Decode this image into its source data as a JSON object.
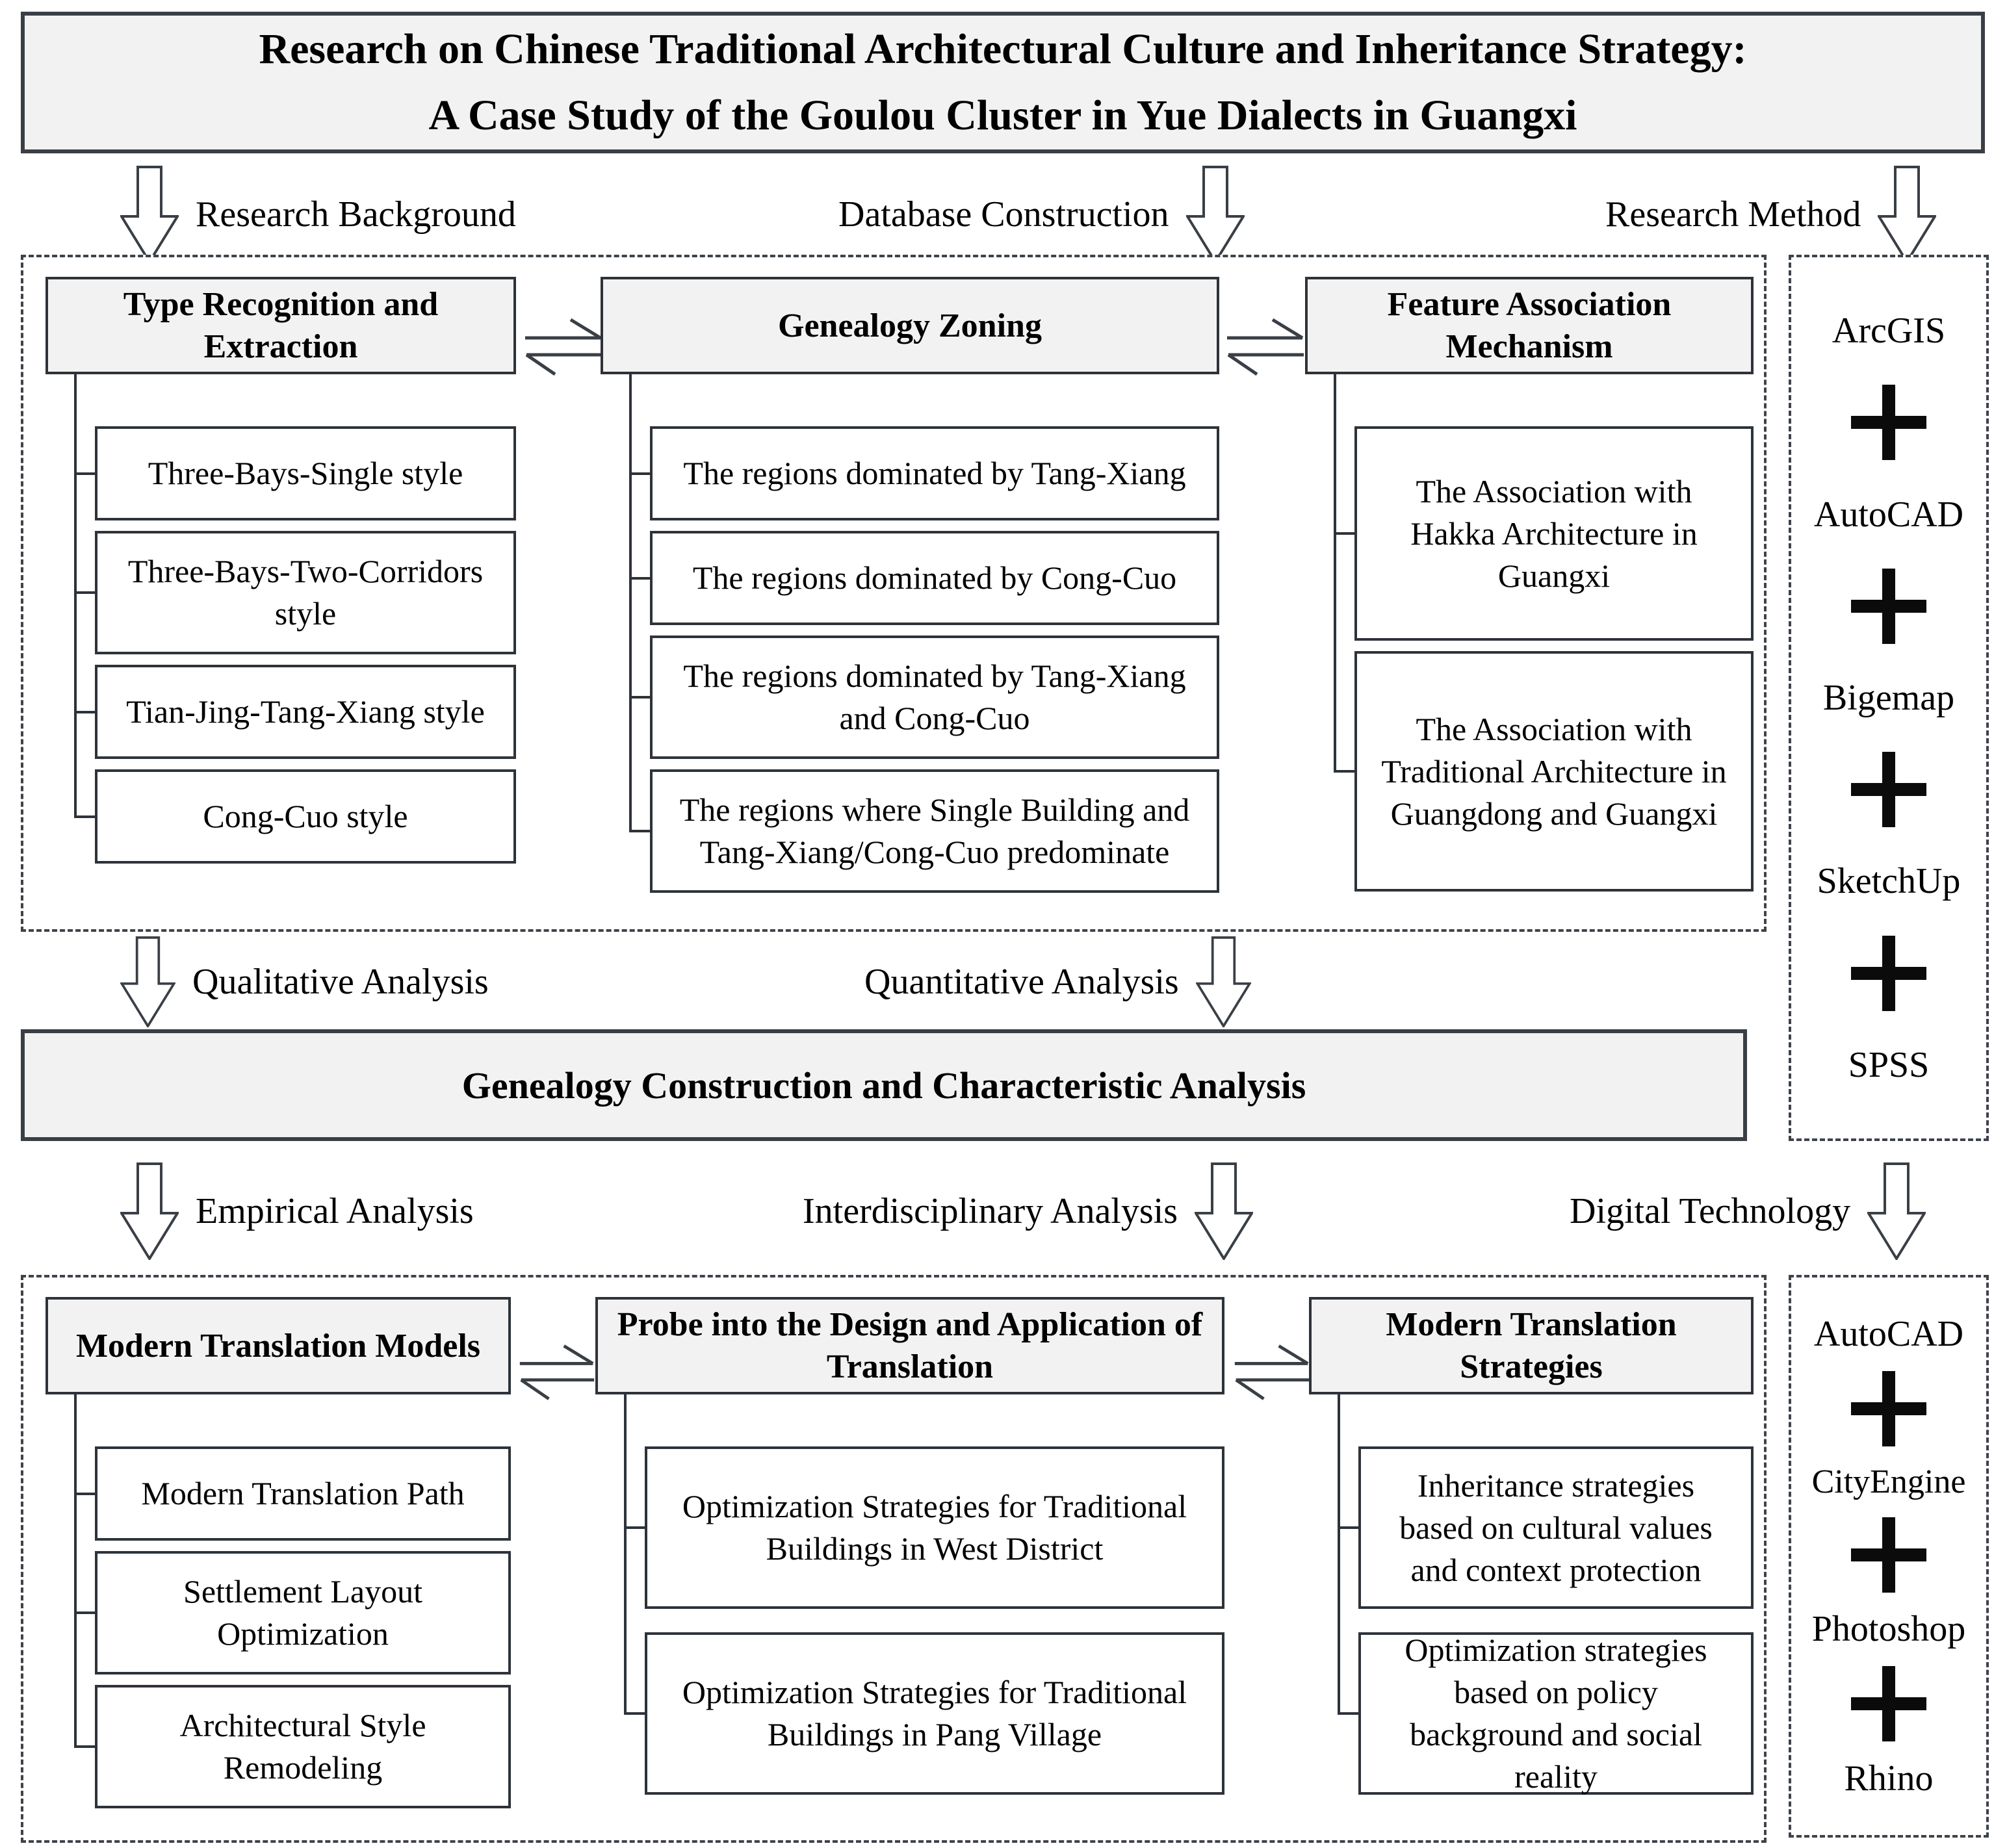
{
  "title": {
    "line1": "Research on Chinese Traditional Architectural Culture and Inheritance Strategy:",
    "line2": "A Case Study of the Goulou Cluster in Yue Dialects in Guangxi"
  },
  "flow_labels": {
    "research_background": "Research Background",
    "database_construction": "Database Construction",
    "research_method": "Research Method",
    "qualitative": "Qualitative Analysis",
    "quantitative": "Quantitative Analysis",
    "empirical": "Empirical Analysis",
    "interdisciplinary": "Interdisciplinary Analysis",
    "digital": "Digital Technology"
  },
  "top_section": {
    "columns": [
      {
        "header": "Type Recognition and Extraction",
        "children": [
          "Three-Bays-Single style",
          "Three-Bays-Two-Corridors style",
          "Tian-Jing-Tang-Xiang style",
          "Cong-Cuo style"
        ]
      },
      {
        "header": "Genealogy Zoning",
        "children": [
          "The regions dominated by Tang-Xiang",
          "The regions dominated by Cong-Cuo",
          "The regions dominated by Tang-Xiang and Cong-Cuo",
          "The regions where Single Building and Tang-Xiang/Cong-Cuo predominate"
        ]
      },
      {
        "header": "Feature Association Mechanism",
        "children": [
          "The Association with Hakka Architecture in Guangxi",
          "The Association with Traditional Architecture in Guangdong and Guangxi"
        ]
      }
    ]
  },
  "band": "Genealogy Construction and Characteristic Analysis",
  "bottom_section": {
    "columns": [
      {
        "header": "Modern Translation Models",
        "children": [
          "Modern Translation Path",
          "Settlement Layout Optimization",
          "Architectural Style Remodeling"
        ]
      },
      {
        "header": "Probe into the Design and Application of Translation",
        "children": [
          "Optimization Strategies for Traditional Buildings in West District",
          "Optimization Strategies for Traditional Buildings in Pang Village"
        ]
      },
      {
        "header": "Modern Translation Strategies",
        "children": [
          "Inheritance strategies based on cultural values and context protection",
          "Optimization strategies based on policy background and social reality"
        ]
      }
    ]
  },
  "toolbox_top": {
    "items": [
      "ArcGIS",
      "AutoCAD",
      "Bigemap",
      "SketchUp",
      "SPSS"
    ]
  },
  "toolbox_bottom": {
    "items": [
      "AutoCAD",
      "CityEngine",
      "Photoshop",
      "Rhino"
    ]
  },
  "colors": {
    "box_fill": "#f2f2f2",
    "solid_border": "#2e333a",
    "dashed_border": "#3e434a"
  }
}
